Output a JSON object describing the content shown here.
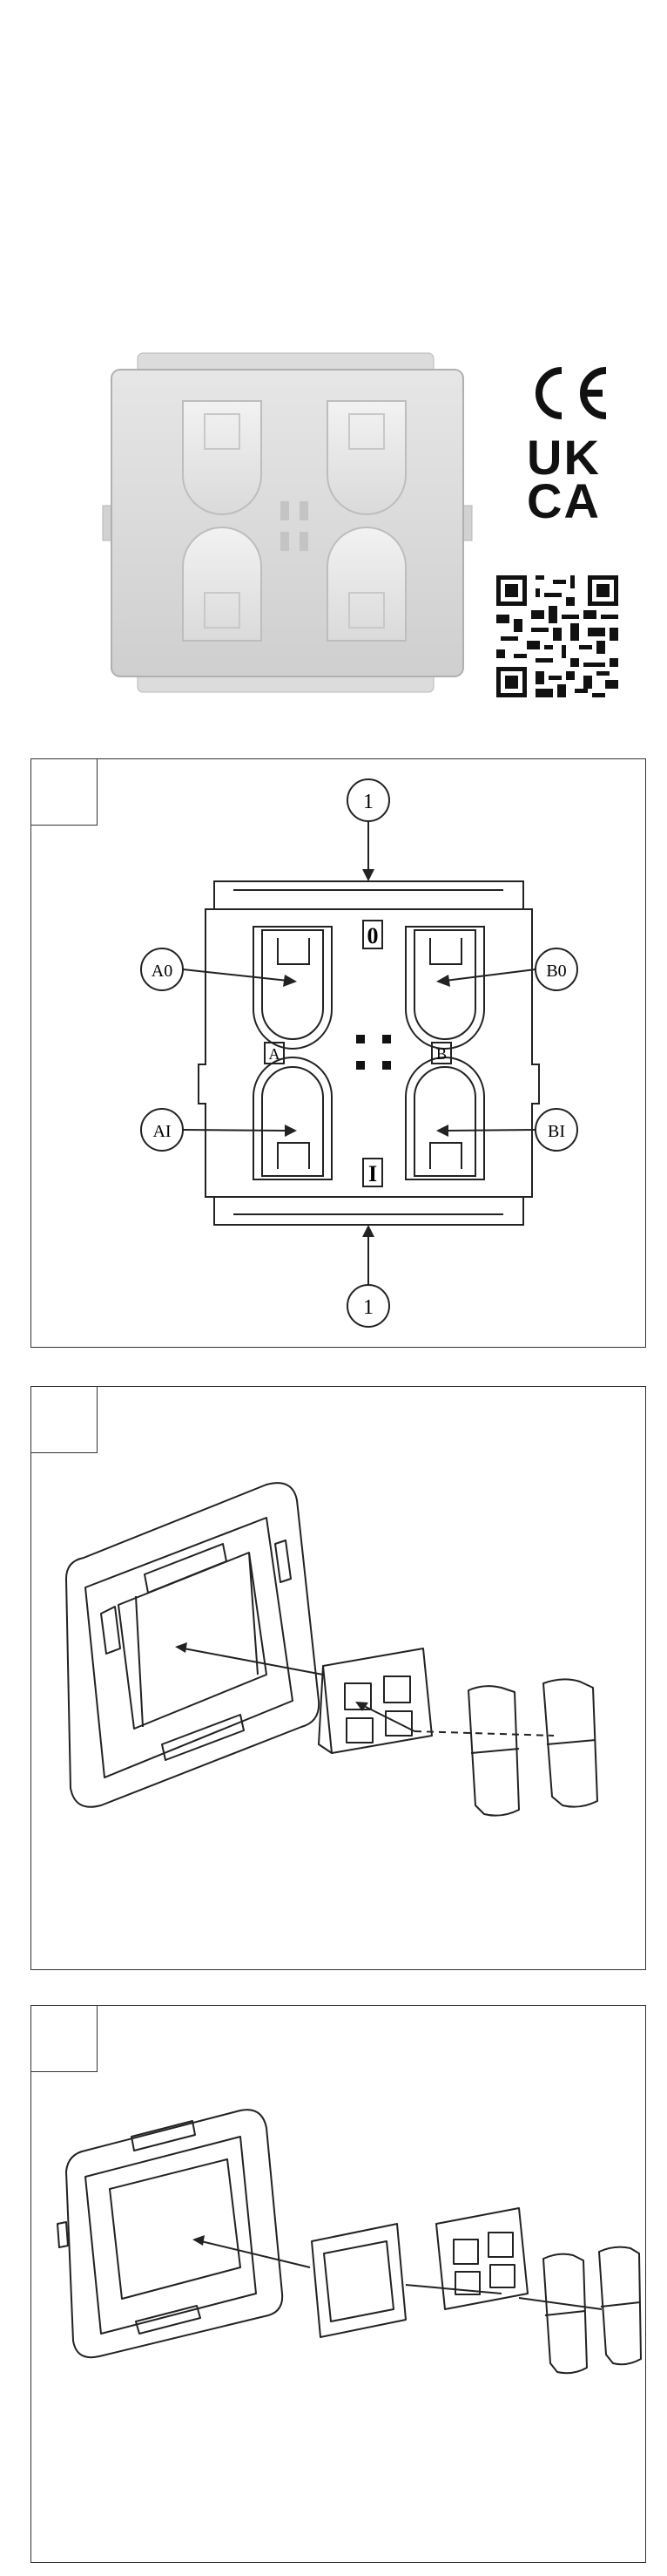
{
  "marks": {
    "ce": "CE",
    "ukca_line1": "UK",
    "ukca_line2": "CA"
  },
  "figure1": {
    "callout_top": "1",
    "callout_bottom": "1",
    "a0": "A0",
    "b0": "B0",
    "ai": "AI",
    "bi": "BI",
    "label_o": "0",
    "label_i": "I",
    "label_a": "A",
    "label_b": "B"
  }
}
